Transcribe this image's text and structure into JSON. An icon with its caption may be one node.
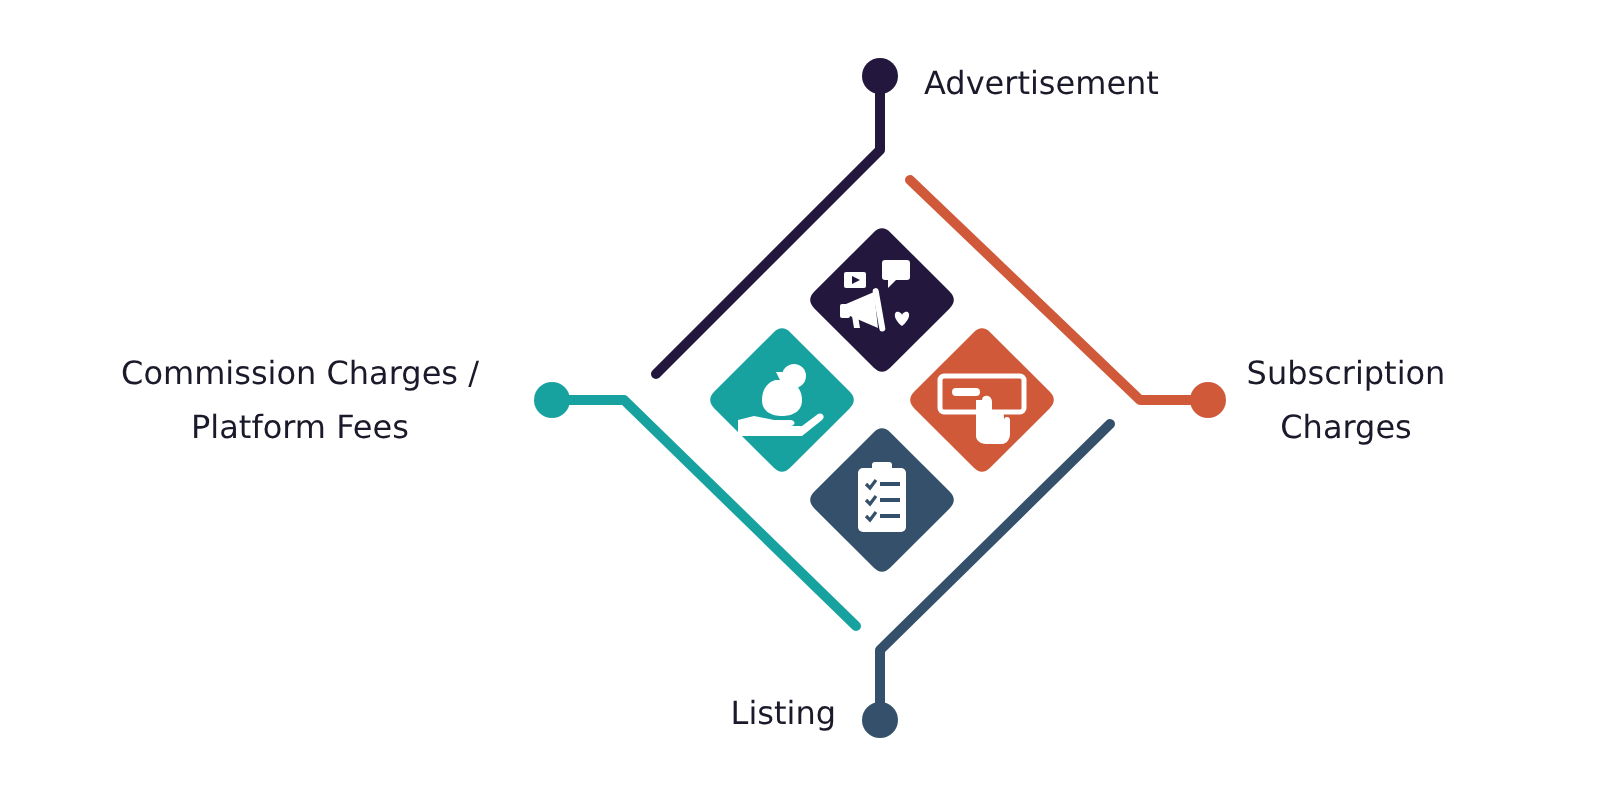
{
  "diagram": {
    "nodes": [
      {
        "text": [
          "Advertisement"
        ]
      },
      {
        "text": [
          "Commission Charges / Platform Fees"
        ]
      },
      {
        "text": [
          "Subscription Charges"
        ]
      },
      {
        "text": [
          "Listing"
        ]
      },
      {
        "text": [],
        "shape": "diamond"
      },
      {
        "text": [],
        "shape": "diamond"
      },
      {
        "text": [],
        "shape": "diamond"
      },
      {
        "text": [],
        "shape": "diamond"
      }
    ]
  }
}
